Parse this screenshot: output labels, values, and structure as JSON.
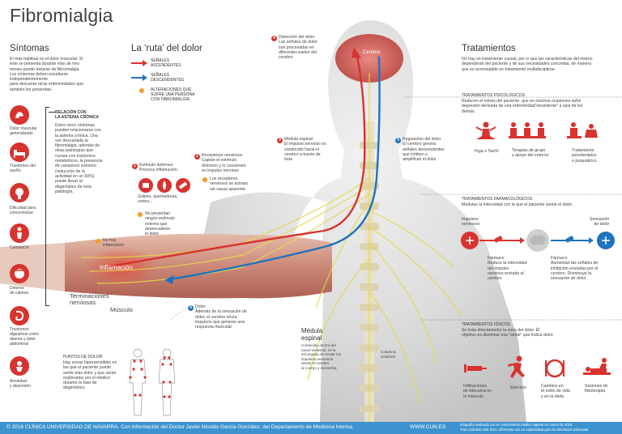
{
  "title": "Fibromialgia",
  "sintomas": {
    "heading": "Síntomas",
    "intro": [
      "El más habitual es el dolor muscular. Si",
      "éste se presenta durante más de tres",
      "meses puede tratarse de fibromialgia.",
      "Los síntomas deben estudiarse",
      "independientemente",
      "para descartar otras enfermedades que",
      "también los presentan."
    ],
    "items": [
      {
        "label": [
          "Dolor muscular",
          "generalizado"
        ],
        "icon": "muscle-pain-icon"
      },
      {
        "label": [
          "Trastornos del",
          "sueño"
        ],
        "icon": "bed-icon"
      },
      {
        "label": [
          "Dificultad para",
          "concentrarse"
        ],
        "icon": "head-concentration-icon"
      },
      {
        "label": [
          "Cansancio"
        ],
        "icon": "tired-figure-icon"
      },
      {
        "label": [
          "Dolores",
          "de cabeza"
        ],
        "icon": "headache-icon"
      },
      {
        "label": [
          "Trastornos",
          "digestivos como",
          "diarrea y dolor",
          "abdominal"
        ],
        "icon": "digestive-icon"
      },
      {
        "label": [
          "Ansiedad",
          "y depresión"
        ],
        "icon": "anxiety-icon"
      }
    ],
    "relacion_title": [
      "RELACIÓN CON",
      "LA ASTENIA CRÓNICA"
    ],
    "relacion_text": [
      "Estos cinco síntomas",
      "pueden relacionarse con",
      "la astenia crónica. Una",
      "vez descartada la",
      "fibromialgia, además de",
      "otras patologías que",
      "cursan con trastornos",
      "metabólicos, la presencia",
      "de cansancio extremo",
      "(reducción de la",
      "actividad en un 50%)",
      "puede llevar al",
      "diagnóstico de esta",
      "patología."
    ]
  },
  "ruta": {
    "heading": "La ‘ruta’ del dolor",
    "legend": [
      {
        "label": [
          "SEÑALES",
          "ASCENDENTES"
        ],
        "color": "#d7332f"
      },
      {
        "label": [
          "SEÑALES",
          "DESCENDENTES"
        ],
        "color": "#1e73be"
      },
      {
        "label": [
          "ALTERACIONES QUE",
          "SUFRE UNA PERSONA",
          "CON FIBROMIALGIA"
        ],
        "color": "#f39a2a"
      }
    ],
    "steps": [
      {
        "n": "1",
        "text": [
          "Estímulo doloroso",
          "Provoca inflamación."
        ]
      },
      {
        "n": "2",
        "text": [
          "Receptores nerviosos",
          "Captan el estímulo",
          "doloroso y lo convierten",
          "en impulso nervioso"
        ]
      },
      {
        "n": "3",
        "text": [
          "Médula espinal",
          "El impulso nervioso es",
          "conducido hacia el",
          "cerebro a través de",
          "ésta"
        ]
      },
      {
        "n": "4",
        "text": [
          "Detección del dolor",
          "Las señales de dolor",
          "son procesadas en",
          "diferentes partes del",
          "cerebro"
        ]
      },
      {
        "n": "5",
        "text": [
          "Regulación del dolor",
          "El cerebro genera",
          "señales descendentes",
          "que inhiben o",
          "amplifican el dolor"
        ]
      },
      {
        "n": "6",
        "text": [
          "Dolor",
          "Además de la sensación de",
          "dolor, el cerebro envía",
          "impulsos que generan una",
          "respuesta muscular"
        ]
      }
    ],
    "stimulus_caption": [
      "Golpes, quemaduras,",
      "cortes..."
    ],
    "alt_receptors": [
      "Los receptores",
      "nerviosos se activan",
      "sin causa aparente"
    ],
    "alt_no_stimulus": [
      "No presentan",
      "ningún estímulo",
      "externo que",
      "desencadene",
      "el dolor"
    ],
    "alt_no_inflammation": [
      "No hay",
      "inflamación"
    ],
    "labels": {
      "cerebro": "Cerebro",
      "inflamacion": "Inflamación",
      "terminaciones": [
        "Terminaciones",
        "nerviosas"
      ],
      "musculo": "Músculo",
      "medula_title": [
        "Médula",
        "espinal"
      ],
      "medula_text": [
        "Contenida dentro del",
        "canal vertebral, es la",
        "encargada de enviar los",
        "impulsos nerviosos",
        "desde el cerebro",
        "al cuerpo y viceversa."
      ],
      "columna": [
        "Columna",
        "vertebral"
      ]
    },
    "puntos": {
      "title": "PUNTOS DE DOLOR",
      "text": [
        "Hay zonas hipersensibles en",
        "las que el paciente puede",
        "sentir más dolor y que serán",
        "exploradas por el médico",
        "durante la fase de",
        "diagnóstico."
      ]
    }
  },
  "tratamientos": {
    "heading": "Tratamientos",
    "intro": [
      "No hay un tratamiento causal, por lo que las características del mismo",
      "dependerán del paciente y de sus necesidades concretas, de manera",
      "que es aconsejable un tratamiento multidisciplinar."
    ],
    "psicologicos": {
      "title": "TRATAMIENTOS PSICOLÓGICOS",
      "text": [
        "Reducen el estrés del paciente, que en muchos ocasiones sufre",
        "depresión derivada de una enfermedad\"inexistente\" a ojos de los",
        "demás."
      ],
      "items": [
        {
          "label": [
            "Yoga o Taichí"
          ],
          "icon": "yoga-icon"
        },
        {
          "label": [
            "Terapias de grupo",
            "y apoyo del entorno"
          ],
          "icon": "group-therapy-icon"
        },
        {
          "label": [
            "Tratamiento",
            "psicoterápico",
            "o psiquiátrico"
          ],
          "icon": "psychotherapy-icon"
        }
      ]
    },
    "farmacologicos": {
      "title": "TRATAMIENTOS FARMACOLÓGICOS",
      "text": [
        "Modulan la intensidad con la que el paciente siente el dolor."
      ],
      "impulsos": [
        "Impulsos",
        "nerviosos"
      ],
      "sensacion": [
        "Sensación",
        "de dolor"
      ],
      "farmaco1": [
        "Fármaco",
        "Reduce la intensidad",
        "del impulso",
        "nervioso enviado al",
        "cerebro"
      ],
      "farmaco2": [
        "Fármaco",
        "Aumentan las señales de",
        "inhibición enviadas por el",
        "cerebro. Disminuye la",
        "sensación de dolor"
      ]
    },
    "fisicos": {
      "title": "TRATAMIENTOS FÍSICOS",
      "text": [
        "Se trata directamente la zona del dolor. Él",
        "objetivo es disminuir esa \"señal\" que indica dolor."
      ],
      "items": [
        {
          "label": [
            "Infiltraciones",
            "de lidocaína en",
            "el músculo"
          ],
          "icon": "syringe-icon"
        },
        {
          "label": [
            "Ejercicio"
          ],
          "icon": "running-icon"
        },
        {
          "label": [
            "Cambios en",
            "el estilo de vida",
            "y en la dieta"
          ],
          "icon": "diet-icon"
        },
        {
          "label": [
            "Sesiones de",
            "fisioterapia"
          ],
          "icon": "physiotherapy-icon"
        }
      ]
    }
  },
  "footer": {
    "credit": "© 2016 CLÍNICA UNIVERSIDAD DE NAVARRA. Con información del Doctor Javier Nicolás García González, del Departamento de Medicina Interna.",
    "url": "WWW.CUN.ES",
    "note": [
      "Infografía realizada con el conocimiento médico vigente en marzo de 2016.",
      "Tras consultar este texto, infórmese con un especialista para la orientación adecuada"
    ]
  },
  "colors": {
    "accent_red": "#d7332f",
    "accent_blue": "#1e73be",
    "accent_orange": "#f39a2a",
    "footer_blue": "#3d93cf"
  }
}
